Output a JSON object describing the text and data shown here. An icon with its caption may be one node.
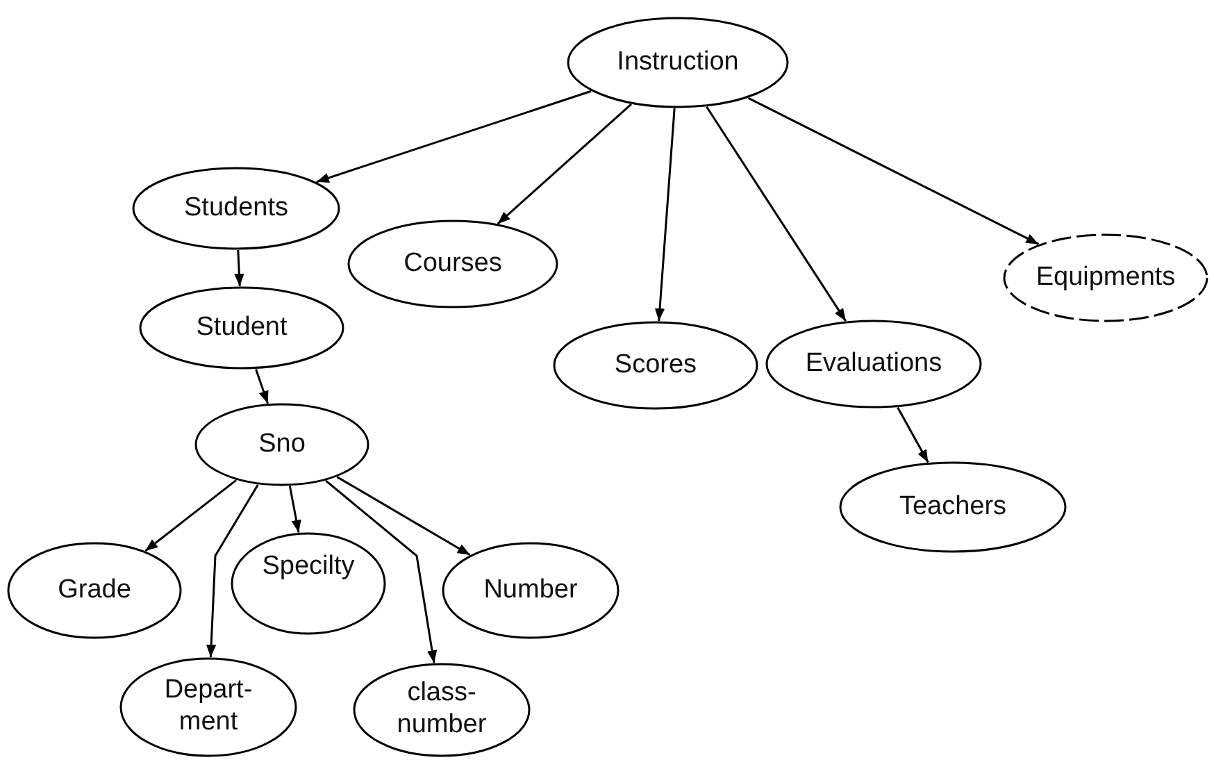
{
  "diagram": {
    "nodes": [
      {
        "text": [
          "Instruction"
        ]
      },
      {
        "text": [
          "Students"
        ]
      },
      {
        "text": [
          "Courses"
        ]
      },
      {
        "text": [
          "Scores"
        ]
      },
      {
        "text": [
          "Evaluations"
        ]
      },
      {
        "text": [
          "Equipments"
        ]
      },
      {
        "text": [
          "Student"
        ]
      },
      {
        "text": [
          "Sno"
        ]
      },
      {
        "text": [
          "Teachers"
        ]
      },
      {
        "text": [
          "Grade"
        ]
      },
      {
        "text": [
          "Specilty"
        ]
      },
      {
        "text": [
          "Number"
        ]
      },
      {
        "text": [
          "Depart- ment"
        ]
      },
      {
        "text": [
          "class- number"
        ]
      }
    ],
    "edges": [
      {
        "from": 0,
        "to": 1,
        "arrow": "to"
      },
      {
        "from": 0,
        "to": 2,
        "arrow": "to"
      },
      {
        "from": 0,
        "to": 3,
        "arrow": "to"
      },
      {
        "from": 0,
        "to": 4,
        "arrow": "to"
      },
      {
        "from": 0,
        "to": 5,
        "arrow": "to"
      },
      {
        "from": 1,
        "to": 6,
        "arrow": "to"
      },
      {
        "from": 6,
        "to": 7,
        "arrow": "to"
      },
      {
        "from": 4,
        "to": 8,
        "arrow": "to"
      },
      {
        "from": 7,
        "to": 9,
        "arrow": "to"
      },
      {
        "from": 7,
        "to": 10,
        "arrow": "to"
      },
      {
        "from": 7,
        "to": 11,
        "arrow": "to"
      },
      {
        "from": 7,
        "to": 12,
        "arrow": "to"
      },
      {
        "from": 7,
        "to": 13,
        "arrow": "to"
      }
    ]
  }
}
